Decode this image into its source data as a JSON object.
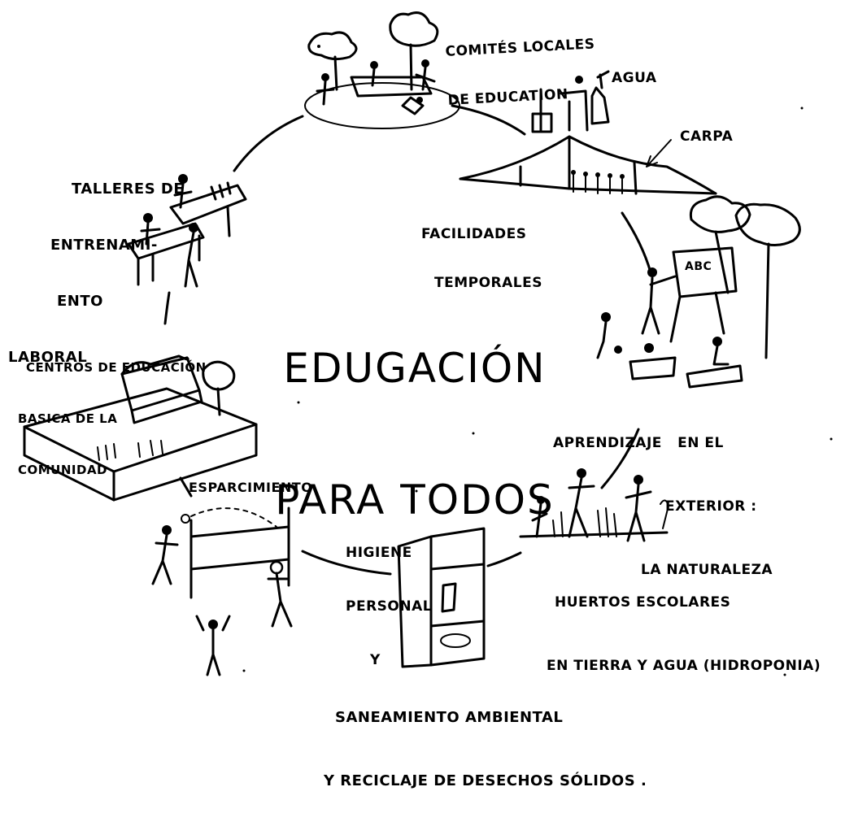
{
  "title": {
    "line1": "EDUGACIÓN",
    "line2": "PARA TODOS"
  },
  "nodes": {
    "comites": {
      "line1": "COMITÉS LOCALES",
      "line2": "DE EDUCATION"
    },
    "agua": {
      "text": "AGUA"
    },
    "carpa": {
      "text": "CARPA"
    },
    "facilidades": {
      "line1": "FACILIDADES",
      "line2": "TEMPORALES"
    },
    "aprendizaje": {
      "line1": "APRENDIZAJE   EN EL",
      "line2": "EXTERIOR :",
      "line3": "LA NATURALEZA"
    },
    "pizarra": {
      "text": "ABC"
    },
    "huertos": {
      "line1": "HUERTOS ESCOLARES",
      "line2": "EN TIERRA Y AGUA (HIDROPONIA)"
    },
    "saneamiento": {
      "line1": "SANEAMIENTO AMBIENTAL",
      "line2": "Y RECICLAJE DE DESECHOS SÓLIDOS ."
    },
    "higiene": {
      "line1": "HIGIENE",
      "line2": "PERSONAL",
      "line3": "Y"
    },
    "esparcimiento": {
      "text": "ESPARCIMIENTO"
    },
    "centros": {
      "line1": "CENTROS DE EDUCACIÓN",
      "line2": "BASICA DE LA",
      "line3": "COMUNIDAD"
    },
    "talleres": {
      "line1": "TALLERES DE",
      "line2": "ENTRENAMI-",
      "line3": "ENTO",
      "line4": "LABORAL"
    }
  }
}
